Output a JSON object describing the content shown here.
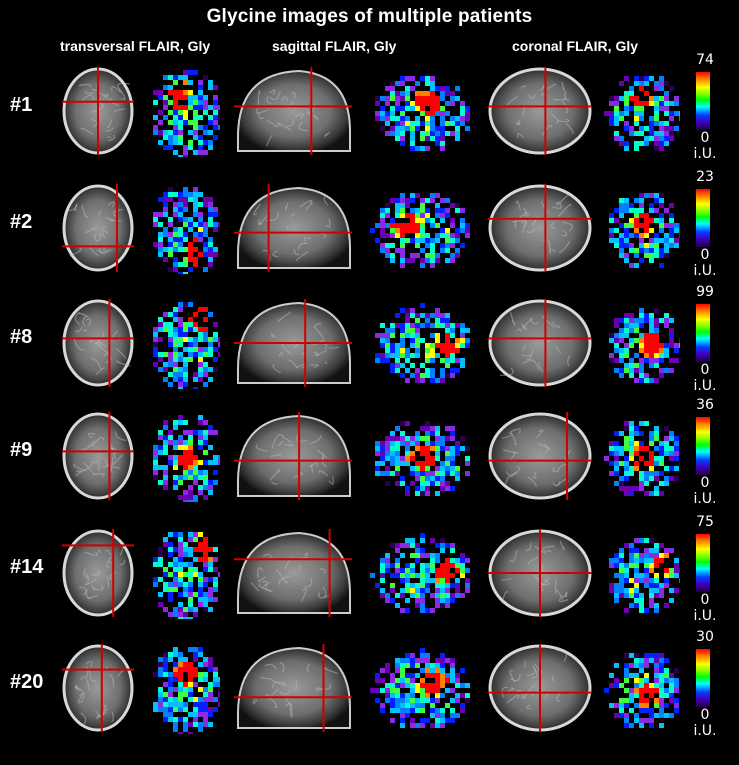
{
  "title": "Glycine images of multiple patients",
  "columns": {
    "transversal": "transversal FLAIR, Gly",
    "sagittal": "sagittal FLAIR, Gly",
    "coronal": "coronal FLAIR, Gly"
  },
  "scale_unit": "i.U.",
  "scale_min": "0",
  "patients": [
    {
      "id": "#1",
      "max": "74"
    },
    {
      "id": "#2",
      "max": "23"
    },
    {
      "id": "#8",
      "max": "99"
    },
    {
      "id": "#9",
      "max": "36"
    },
    {
      "id": "#14",
      "max": "75"
    },
    {
      "id": "#20",
      "max": "30"
    }
  ]
}
